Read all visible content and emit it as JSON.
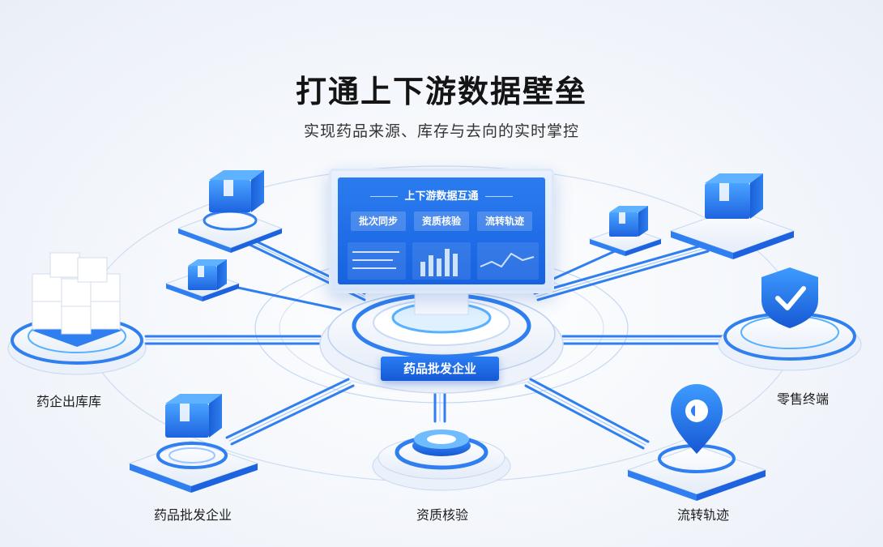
{
  "header": {
    "title": "打通上下游数据壁垒",
    "subtitle": "实现药品来源、库存与去向的实时掌控"
  },
  "monitor": {
    "title": "上下游数据互通",
    "tabs": [
      "批次同步",
      "资质核验",
      "流转轨迹"
    ]
  },
  "center": {
    "label": "药品批发企业"
  },
  "nodes": {
    "warehouse": "药企出库库",
    "wholesaler": "药品批发企业",
    "verification": "资质核验",
    "trace": "流转轨迹",
    "retail": "零售终端"
  },
  "colors": {
    "primary": "#1f6fe8",
    "accent": "#3ea0ff",
    "platform": "#ffffff"
  }
}
